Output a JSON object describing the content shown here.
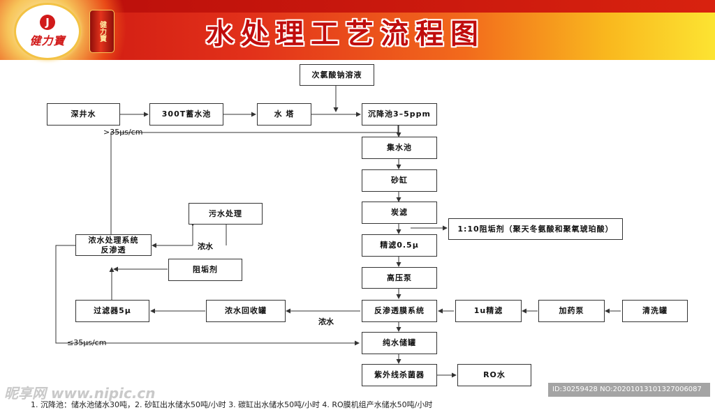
{
  "header": {
    "title": "水处理工艺流程图",
    "logo_mark": "J",
    "logo_text": "健力寶",
    "can_text": "健力寶"
  },
  "nodes": {
    "sodium_hypochlorite": "次氯酸钠溶液",
    "deep_well": "深井水",
    "storage_pool": "300T蓄水池",
    "water_tower": "水 塔",
    "sedimentation": "沉降池3–5ppm",
    "collection_pool": "集水池",
    "sand_tank": "砂缸",
    "carbon_filter": "炭滤",
    "scale_inhibitor_formula": "1:10阻垢剂（聚天冬氨酸和聚氧琥珀酸）",
    "fine_filter": "精滤0.5μ",
    "high_pressure_pump": "高压泵",
    "sewage_treatment": "污水处理",
    "concentrate_system_line1": "浓水处理系统",
    "concentrate_system_line2": "反渗透",
    "scale_inhibitor": "阻垢剂",
    "filter_5u": "过滤器5μ",
    "concentrate_recovery": "浓水回收罐",
    "ro_membrane": "反渗透膜系统",
    "precision_1u": "1u精滤",
    "dosing_pump": "加药泵",
    "cleaning_tank": "清洗罐",
    "pure_water_tank": "纯水储罐",
    "uv_sterilizer": "紫外线杀菌器",
    "ro_water": "RO水"
  },
  "labels": {
    "gt35": ">35μs/cm",
    "le35": "≤35μs/cm",
    "concentrate_a": "浓水",
    "concentrate_b": "浓水"
  },
  "footer": {
    "note": "1. 沉降池：储水池储水30吨，2. 砂缸出水储水50吨/小时 3. 碳缸出水储水50吨/小时 4. RO膜机组产水储水50吨/小时"
  },
  "watermark": {
    "left": "昵享网 www.nipic.cn",
    "right": "ID:30259428 NO:20201013101327006087"
  }
}
